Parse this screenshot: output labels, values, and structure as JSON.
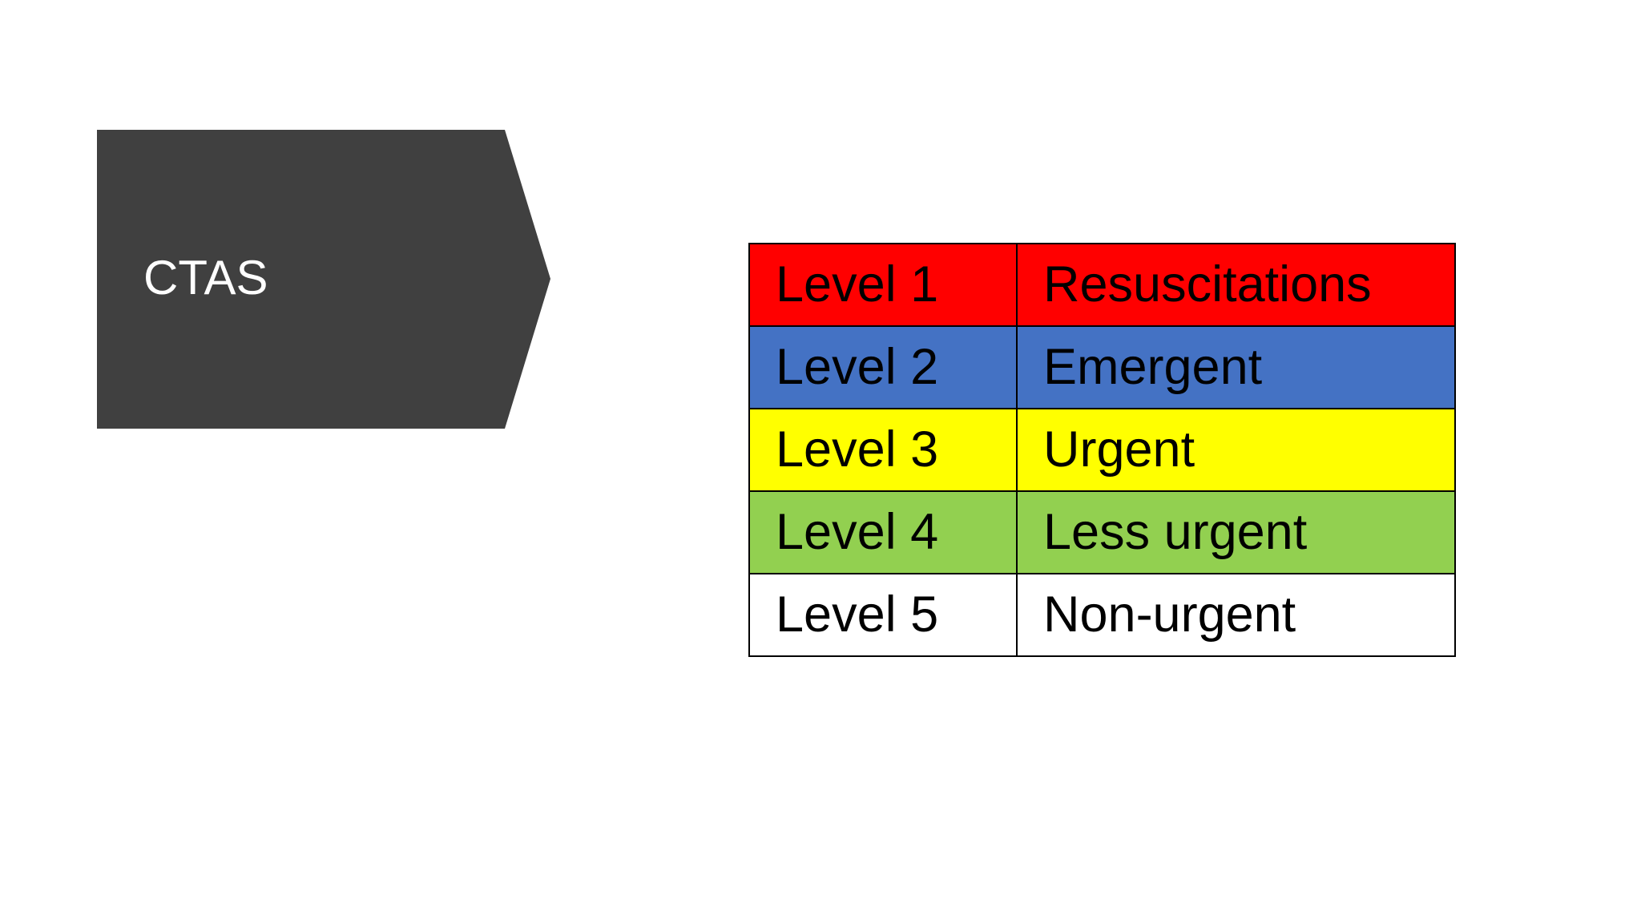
{
  "slide": {
    "title": "CTAS",
    "title_shape_color": "#404040",
    "title_text_color": "#FFFFFF"
  },
  "table": {
    "rows": [
      {
        "level": "Level 1",
        "description": "Resuscitations",
        "color": "#FF0000"
      },
      {
        "level": "Level 2",
        "description": "Emergent",
        "color": "#4472C4"
      },
      {
        "level": "Level 3",
        "description": "Urgent",
        "color": "#FFFF00"
      },
      {
        "level": "Level 4",
        "description": "Less urgent",
        "color": "#92D050"
      },
      {
        "level": "Level 5",
        "description": "Non-urgent",
        "color": "#FFFFFF"
      }
    ]
  }
}
